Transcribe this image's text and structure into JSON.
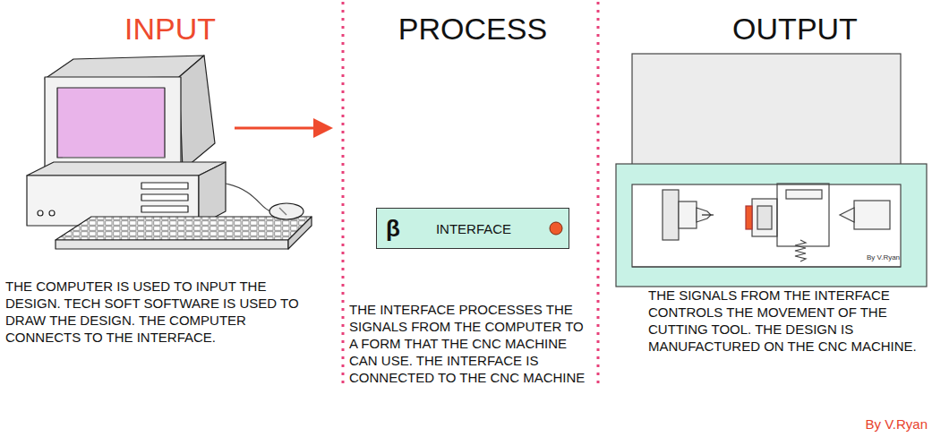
{
  "diagram": {
    "nodes": [
      {
        "text": [
          "β",
          "INTERFACE"
        ]
      }
    ],
    "labels": [
      "INPUT",
      "PROCESS",
      "OUTPUT",
      "THE COMPUTER IS USED TO INPUT THE DESIGN. TECH SOFT SOFTWARE IS USED TO DRAW THE DESIGN. THE COMPUTER CONNECTS TO THE INTERFACE.",
      "THE INTERFACE PROCESSES THE SIGNALS FROM THE COMPUTER TO A FORM THAT THE CNC MACHINE CAN USE. THE INTERFACE IS CONNECTED TO THE CNC MACHINE",
      "THE SIGNALS FROM THE INTERFACE CONTROLS THE MOVEMENT OF THE CUTTING TOOL. THE DESIGN IS MANUFACTURED ON THE CNC MACHINE.",
      "By V.Ryan",
      "By V.Ryan"
    ]
  }
}
